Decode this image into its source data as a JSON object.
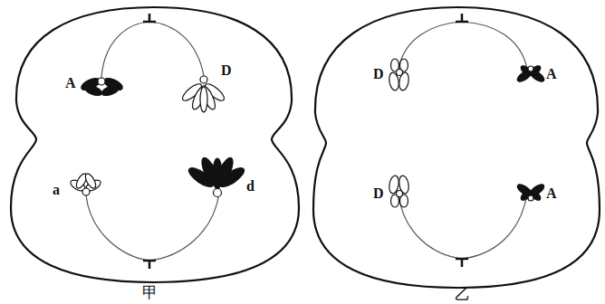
{
  "diagram": {
    "labels": [
      "A",
      "D",
      "a",
      "d",
      "D",
      "A",
      "D",
      "A",
      "甲",
      "乙"
    ]
  }
}
